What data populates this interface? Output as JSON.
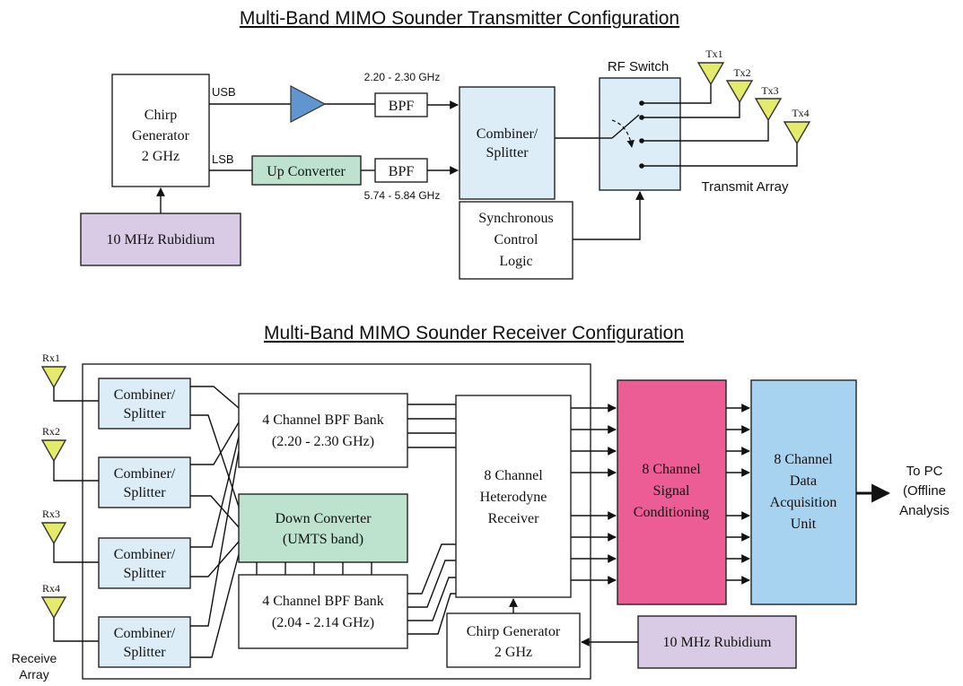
{
  "colors": {
    "light_blue": "#dcedf7",
    "green": "#bde3cf",
    "purple": "#d9cbe6",
    "pink": "#ec5c95",
    "acq_blue": "#a8d3f0",
    "amp_blue": "#5f96cf",
    "antenna": "#e4ea6a"
  },
  "tx": {
    "title": "Multi-Band MIMO Sounder Transmitter Configuration",
    "chirp": [
      "Chirp",
      "Generator",
      "2 GHz"
    ],
    "usb": "USB",
    "lsb": "LSB",
    "freq_high": "2.20 - 2.30 GHz",
    "freq_low": "5.74 - 5.84 GHz",
    "bpf": "BPF",
    "upconverter": "Up Converter",
    "combiner": [
      "Combiner/",
      "Splitter"
    ],
    "rubidium": "10 MHz Rubidium",
    "sync": [
      "Synchronous",
      "Control",
      "Logic"
    ],
    "rf_switch": "RF Switch",
    "antennas": [
      "Tx1",
      "Tx2",
      "Tx3",
      "Tx4"
    ],
    "array_label": "Transmit Array"
  },
  "rx": {
    "title": "Multi-Band MIMO Sounder Receiver Configuration",
    "antennas": [
      "Rx1",
      "Rx2",
      "Rx3",
      "Rx4"
    ],
    "combiner": [
      "Combiner/",
      "Splitter"
    ],
    "bpf_bank_high": [
      "4 Channel BPF Bank",
      "(2.20 - 2.30 GHz)"
    ],
    "bpf_bank_low": [
      "4 Channel BPF Bank",
      "(2.04 - 2.14 GHz)"
    ],
    "downconverter": [
      "Down Converter",
      "(UMTS band)"
    ],
    "heterodyne": [
      "8 Channel",
      "Heterodyne",
      "Receiver"
    ],
    "chirp": [
      "Chirp Generator",
      "2 GHz"
    ],
    "signal_cond": [
      "8 Channel",
      "Signal",
      "Conditioning"
    ],
    "acquisition": [
      "8 Channel",
      "Data",
      "Acquisition",
      "Unit"
    ],
    "rubidium": "10 MHz Rubidium",
    "to_pc": [
      "To PC",
      "(Offline",
      "Analysis"
    ],
    "array_label": [
      "Receive",
      "Array"
    ]
  }
}
